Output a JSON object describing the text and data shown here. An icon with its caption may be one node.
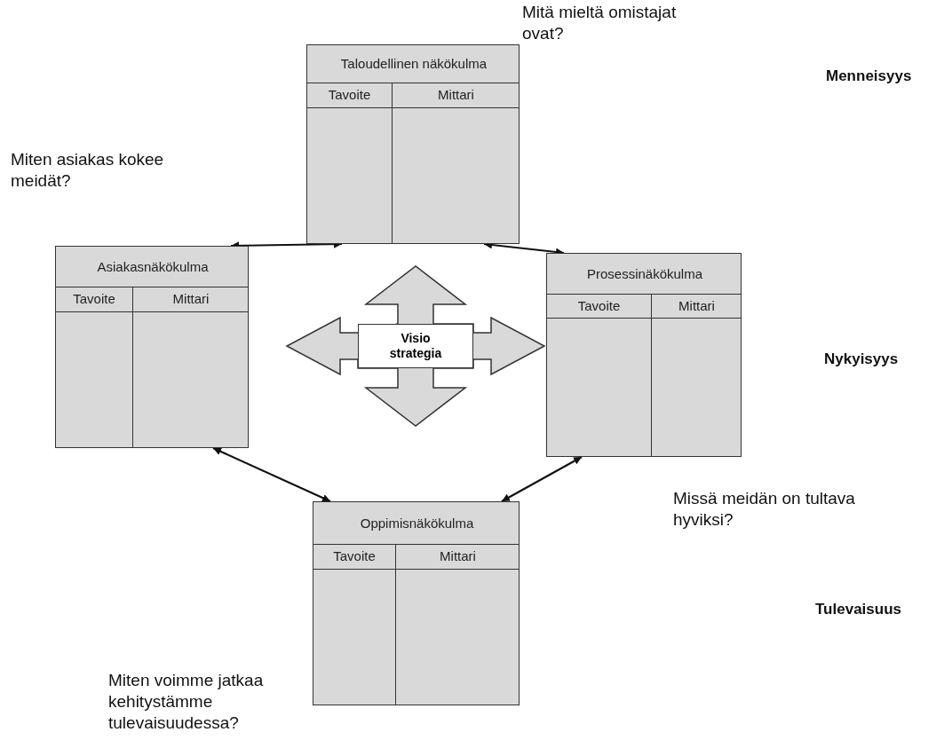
{
  "diagram": {
    "nodes": [
      {
        "text": [
          "Taloudellinen näkökulma",
          "Tavoite",
          "Mittari"
        ]
      },
      {
        "text": [
          "Asiakasnäkökulma",
          "Tavoite",
          "Mittari"
        ]
      },
      {
        "text": [
          "Visio strategia"
        ]
      },
      {
        "text": [
          "Prosessinäkökulma",
          "Tavoite",
          "Mittari"
        ]
      },
      {
        "text": [
          "Oppimisnäkökulma",
          "Tavoite",
          "Mittari"
        ]
      }
    ],
    "edges": [
      {
        "from": 1,
        "to": 0,
        "arrow": "both"
      },
      {
        "from": 0,
        "to": 3,
        "arrow": "both"
      },
      {
        "from": 1,
        "to": 4,
        "arrow": "both"
      },
      {
        "from": 3,
        "to": 4,
        "arrow": "both"
      }
    ],
    "labels": [
      "Mitä mieltä omistajat ovat?",
      "Menneisyys",
      "Miten asiakas kokee meidät?",
      "Nykyisyys",
      "Missä meidän on tultava hyviksi?",
      "Tulevaisuus",
      "Miten voimme jatkaa kehitystämme tulevaisuudessa?"
    ]
  }
}
